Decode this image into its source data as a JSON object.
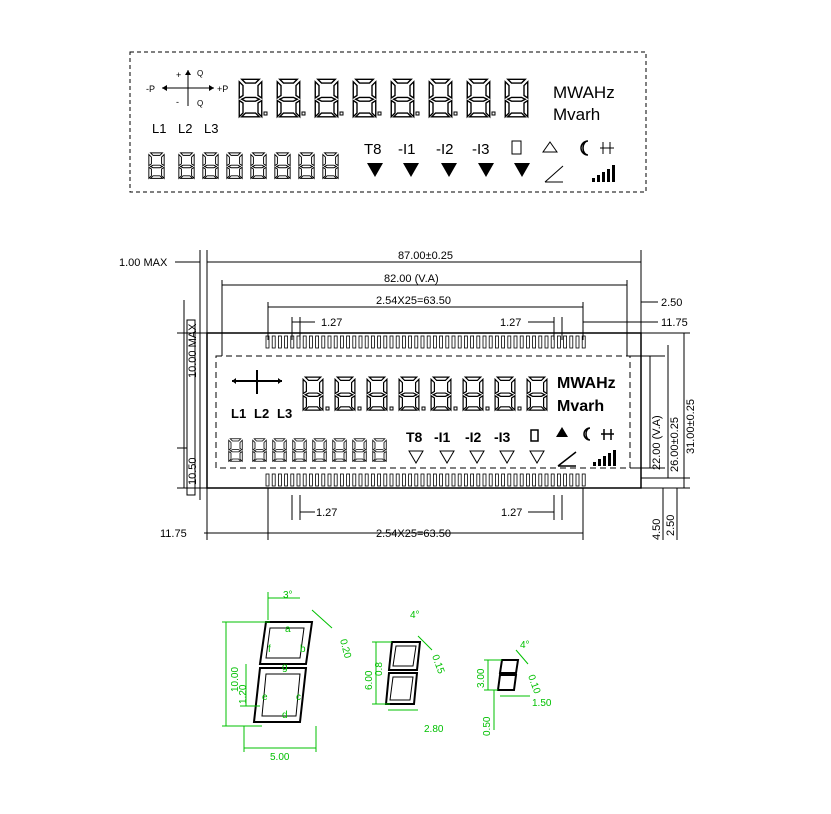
{
  "colors": {
    "ink": "#000000",
    "segment_guide": "#00c000"
  },
  "panel_top": {
    "quadrant": {
      "minus_p": "-P",
      "plus_p": "+P",
      "plus_q": "+",
      "q_top": "Q",
      "minus_q": "-",
      "q_bottom": "Q"
    },
    "phases": [
      "L1",
      "L2",
      "L3"
    ],
    "main_digits": "88888888",
    "small_digits": "8:8888888",
    "units": {
      "top": "MWAHz",
      "bottom": "Mvarh"
    },
    "indicators": [
      "T8",
      "-I1",
      "-I2",
      "-I3",
      "battery-icon",
      "bell-icon",
      "moon-icon",
      "antenna-icon"
    ]
  },
  "drawing": {
    "dims": {
      "max_thickness": "1.00 MAX",
      "overall_width": "87.00±0.25",
      "viewing_width": "82.00 (V.A)",
      "pin_span_top": "2.54X25=63.50",
      "pin_span_bottom": "2.54X25=63.50",
      "pitch": "1.27",
      "right_offset": "2.50",
      "right_pin_offset": "11.75",
      "left_pin_offset": "11.75",
      "max_height": "10.00 MAX",
      "pin_height": "10.50",
      "viewing_height": "22.00 (V.A)",
      "window_height": "26.00±0.25",
      "overall_height": "31.00±0.25",
      "bottom_a": "4.50",
      "bottom_b": "2.50"
    }
  },
  "segment_details": [
    {
      "id": "large",
      "angle": "3°",
      "stroke": "0.20",
      "height": "10.00",
      "gap": "1.20",
      "width": "5.00",
      "segments": [
        "a",
        "b",
        "c",
        "d",
        "e",
        "f",
        "g"
      ]
    },
    {
      "id": "medium",
      "angle": "4°",
      "stroke": "0.15",
      "height": "6.00",
      "gap": "0.8",
      "width": "2.80"
    },
    {
      "id": "small",
      "angle": "4°",
      "stroke": "0.10",
      "height": "3.00",
      "gap": "0.50",
      "width": "1.50"
    }
  ]
}
